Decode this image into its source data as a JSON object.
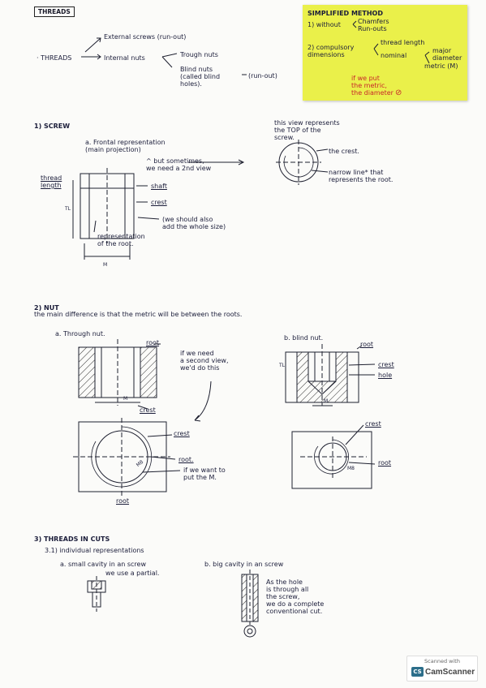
{
  "title": "THREADS",
  "intro": {
    "threads": "· THREADS",
    "external": "External screws (run-out)",
    "internal": "Internal nuts",
    "through": "Trough nuts",
    "blind": "Blind nuts\n(called blind\nholes).",
    "runout": "(run-out)"
  },
  "sticky": {
    "heading": "SIMPLIFIED METHOD",
    "l1": "1) without",
    "chamfers": "Chamfers\nRun-outs",
    "l2": "2) compulsory\ndimensions",
    "thread_length": "thread length",
    "nominal": "nominal",
    "major": "major\ndiameter",
    "metric": "metric (M)",
    "note": "if we put\nthe metric,\nthe diameter",
    "slash": "⊘"
  },
  "s1": {
    "heading": "1) SCREW",
    "a": "a. Frontal representation\n(main projection)",
    "second": "^ but sometimes,\nwe need a 2nd view",
    "top_view": "this view represents\nthe TOP of the\nscrew.",
    "crest": "the crest.",
    "narrow": "narrow line* that\nrepresents the root.",
    "thread_len": "thread\nlength",
    "tl": "TL",
    "shaft": "shaft",
    "crest2": "crest",
    "whole": "(we should also\nadd the whole size)",
    "repr": "representation\nof the root.",
    "m": "M"
  },
  "s2": {
    "heading": "2) NUT",
    "diff": "the main difference is that the metric will be between the roots.",
    "a": "a. Through nut.",
    "root_a": "root",
    "need": "if we need\na second view,\nwe'd do this",
    "m_a": "M",
    "crest_a": "crest",
    "crest_a2": "crest",
    "root_a2": "root.",
    "want": "if we want to\nput the M.",
    "root_a3": "root",
    "m_c": "M8",
    "b": "b. blind nut.",
    "root_b": "root",
    "crest_b": "crest",
    "hole_b": "hole",
    "tl_b": "TL",
    "m_b": "M",
    "crest_b2": "crest",
    "root_b2": "root",
    "m_b2": "M8"
  },
  "s3": {
    "heading": "3) THREADS IN CUTS",
    "sub": "3.1) individual representations",
    "a": "a. small cavity in an screw",
    "a2": "we use a partial.",
    "b": "b. big cavity in an screw",
    "b2": "As the hole\nis through all\nthe screw,\nwe do a complete\nconventional cut."
  },
  "scanner": {
    "line1": "Scanned with",
    "brand": "CamScanner",
    "logo": "CS"
  }
}
